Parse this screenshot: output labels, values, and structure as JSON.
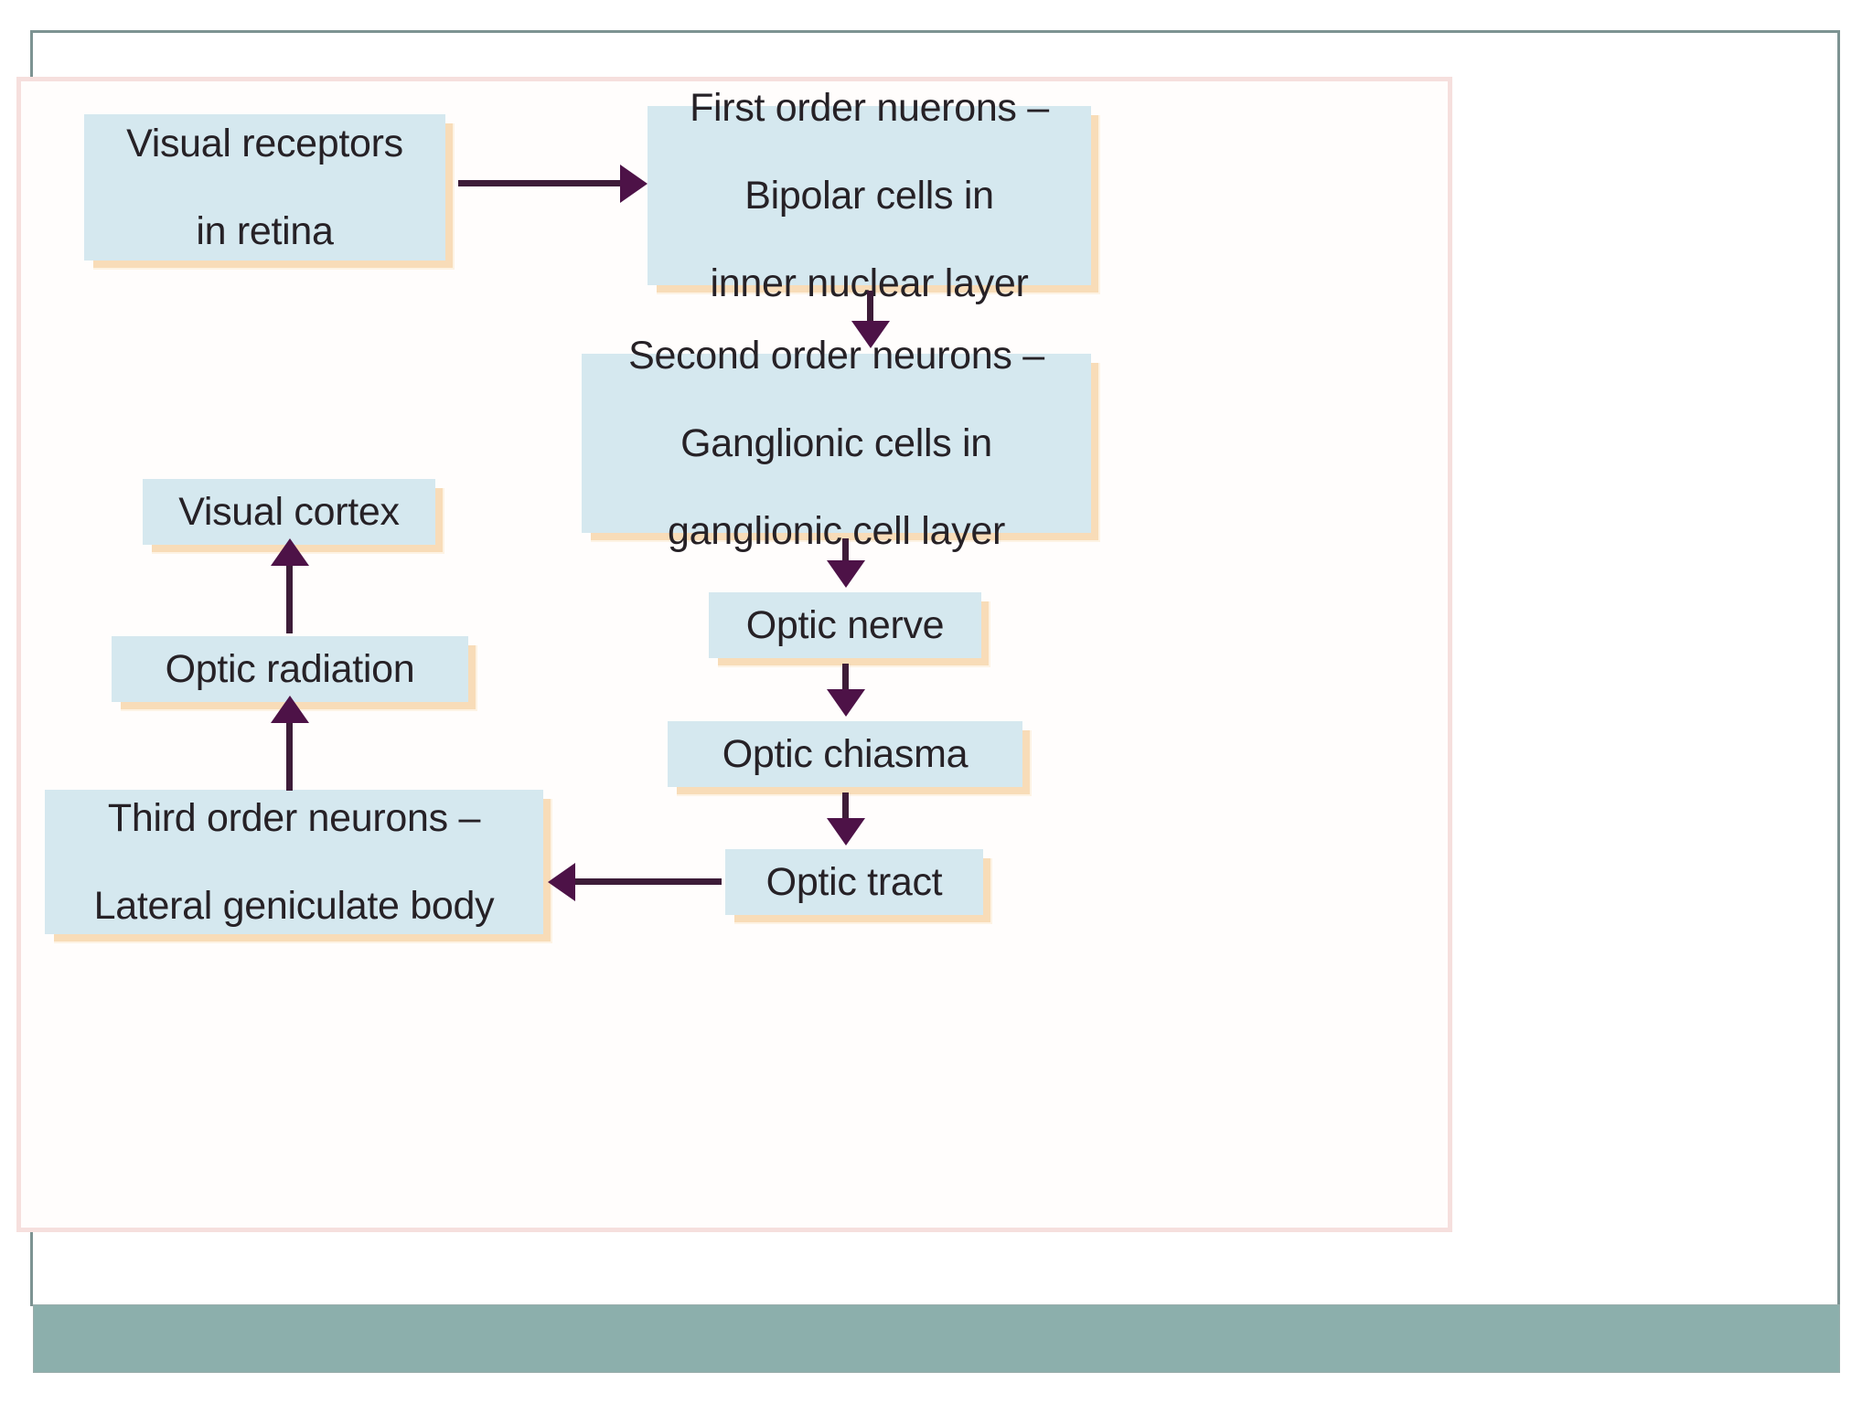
{
  "slide": {
    "background_color": "#ffffff",
    "frame_border_color": "#7d9392",
    "footer_bar_color": "#8cafac"
  },
  "diagram": {
    "title": "Visual pathway flow chart",
    "node_fill_color": "#d5e8ef",
    "node_shadow_color": "#f8dcb8",
    "arrow_color": "#4d1247",
    "frame_border_color": "#f6dfdd",
    "nodes": [
      {
        "id": "visual-receptors",
        "lines": [
          "Visual receptors",
          "in retina"
        ]
      },
      {
        "id": "first-order",
        "lines": [
          "First order nuerons –",
          "Bipolar cells in",
          "inner nuclear layer"
        ]
      },
      {
        "id": "second-order",
        "lines": [
          "Second order neurons –",
          "Ganglionic cells in",
          "ganglionic cell layer"
        ]
      },
      {
        "id": "optic-nerve",
        "lines": [
          "Optic nerve"
        ]
      },
      {
        "id": "optic-chiasma",
        "lines": [
          "Optic chiasma"
        ]
      },
      {
        "id": "optic-tract",
        "lines": [
          "Optic tract"
        ]
      },
      {
        "id": "third-order",
        "lines": [
          "Third order neurons –",
          "Lateral geniculate body"
        ]
      },
      {
        "id": "optic-radiation",
        "lines": [
          "Optic radiation"
        ]
      },
      {
        "id": "visual-cortex",
        "lines": [
          "Visual cortex"
        ]
      }
    ],
    "edges": [
      {
        "from": "visual-receptors",
        "to": "first-order",
        "direction": "right"
      },
      {
        "from": "first-order",
        "to": "second-order",
        "direction": "down"
      },
      {
        "from": "second-order",
        "to": "optic-nerve",
        "direction": "down"
      },
      {
        "from": "optic-nerve",
        "to": "optic-chiasma",
        "direction": "down"
      },
      {
        "from": "optic-chiasma",
        "to": "optic-tract",
        "direction": "down"
      },
      {
        "from": "optic-tract",
        "to": "third-order",
        "direction": "left"
      },
      {
        "from": "third-order",
        "to": "optic-radiation",
        "direction": "up"
      },
      {
        "from": "optic-radiation",
        "to": "visual-cortex",
        "direction": "up"
      }
    ],
    "node_text": {
      "visual_receptors_l1": "Visual receptors",
      "visual_receptors_l2": "in retina",
      "first_order_l1": "First order nuerons –",
      "first_order_l2": "Bipolar cells in",
      "first_order_l3": "inner nuclear layer",
      "second_order_l1": "Second order neurons –",
      "second_order_l2": "Ganglionic cells in",
      "second_order_l3": "ganglionic cell layer",
      "optic_nerve": "Optic nerve",
      "optic_chiasma": "Optic chiasma",
      "optic_tract": "Optic tract",
      "third_order_l1": "Third order neurons –",
      "third_order_l2": "Lateral geniculate body",
      "optic_radiation": "Optic radiation",
      "visual_cortex": "Visual cortex"
    }
  }
}
